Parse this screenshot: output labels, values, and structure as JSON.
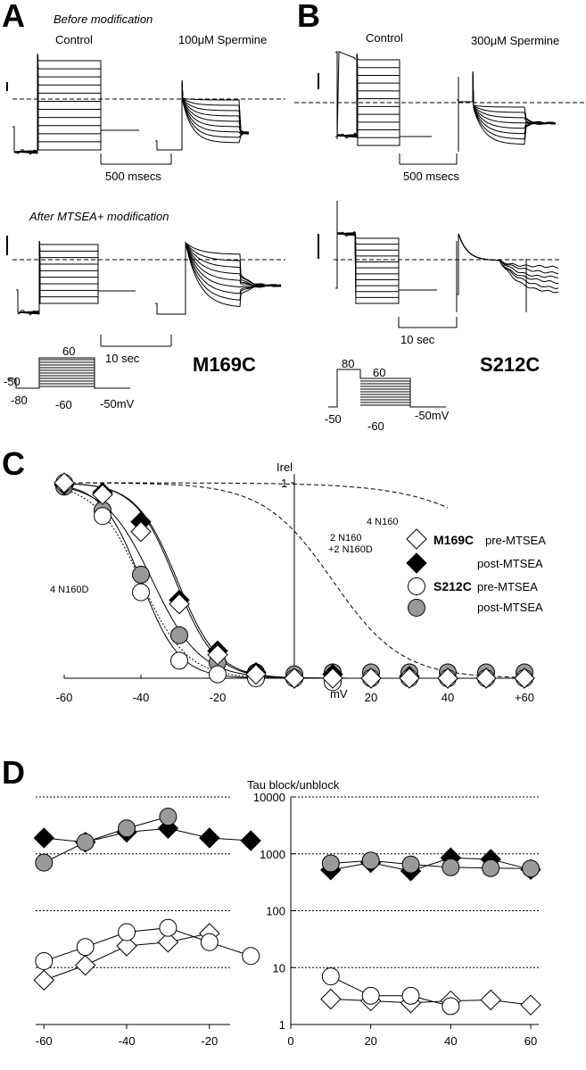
{
  "panels": {
    "a_label": "A",
    "b_label": "B",
    "c_label": "C",
    "d_label": "D"
  },
  "panel_a": {
    "title_before": "Before modification",
    "title_after": "After MTSEA+ modification",
    "control": "Control",
    "spermine": "100μM Spermine",
    "time_scale_1": "500 msecs",
    "time_scale_2": "10 sec",
    "mutant": "M169C",
    "protocol": {
      "v60": "60",
      "vm50": "-50",
      "vm80": "-80",
      "vm60": "-60",
      "hold": "-50mV"
    }
  },
  "panel_b": {
    "control": "Control",
    "spermine": "300μM Spermine",
    "time_scale_1": "500 msecs",
    "time_scale_2": "10 sec",
    "mutant": "S212C",
    "protocol": {
      "v80": "80",
      "v60": "60",
      "vm50": "-50",
      "vm60": "-60",
      "hold": "-50mV"
    }
  },
  "legend": {
    "m169c": "M169C",
    "s212c": "S212C",
    "pre": "pre-MTSEA",
    "post": "post-MTSEA"
  },
  "chart_data": [
    {
      "type": "scatter",
      "title": "Irel",
      "xlabel": "mV",
      "ylabel": "Irel",
      "xlim": [
        -60,
        60
      ],
      "ylim": [
        0,
        1
      ],
      "y_tick_label": "1",
      "x_ticks": [
        "-60",
        "-40",
        "-20",
        "20",
        "40",
        "+60"
      ],
      "x_tick_values": [
        -60,
        -40,
        -20,
        20,
        40,
        60
      ],
      "x": [
        -60,
        -50,
        -40,
        -30,
        -20,
        -10,
        0,
        10,
        20,
        30,
        40,
        50,
        60
      ],
      "series": [
        {
          "name": "M169C pre-MTSEA",
          "marker": "diamond-open",
          "values": [
            1.0,
            0.94,
            0.75,
            0.38,
            0.12,
            0.02,
            0.0,
            0.0,
            0.0,
            0.0,
            0.0,
            0.0,
            0.0
          ]
        },
        {
          "name": "M169C post-MTSEA",
          "marker": "diamond-filled",
          "values": [
            0.99,
            0.95,
            0.8,
            0.4,
            0.14,
            0.03,
            0.0,
            0.02,
            0.0,
            0.01,
            0.0,
            0.0,
            0.0
          ]
        },
        {
          "name": "S212C pre-MTSEA",
          "marker": "circle-open",
          "values": [
            1.0,
            0.83,
            0.44,
            0.09,
            0.02,
            0.0,
            0.0,
            -0.02,
            0.0,
            0.0,
            0.0,
            0.0,
            0.0
          ]
        },
        {
          "name": "S212C post-MTSEA",
          "marker": "circle-gray",
          "values": [
            0.98,
            0.86,
            0.53,
            0.22,
            0.08,
            0.03,
            0.02,
            0.03,
            0.03,
            0.03,
            0.03,
            0.03,
            0.03
          ]
        }
      ],
      "reference_curves": [
        {
          "label": "4 N160",
          "v_half": 65,
          "k": 13
        },
        {
          "label": "2 N160 +2 N160D",
          "v_half": 10,
          "k": 9
        },
        {
          "label": "4 N160D",
          "v_half": -40,
          "k": 6
        }
      ]
    },
    {
      "type": "scatter",
      "title": "Tau block/unblock",
      "yscale": "log",
      "ylim": [
        1,
        10000
      ],
      "y_ticks": [
        "10000",
        "1000",
        "100",
        "10",
        "1"
      ],
      "y_tick_values": [
        10000,
        1000,
        100,
        10,
        1
      ],
      "left_xlim": [
        -62,
        -15
      ],
      "left_x_ticks": [
        "-60",
        "-40",
        "-20"
      ],
      "left_x_tick_values": [
        -60,
        -40,
        -20
      ],
      "right_xlim": [
        0,
        62
      ],
      "right_x_ticks": [
        "0",
        "20",
        "40",
        "60"
      ],
      "right_x_tick_values": [
        0,
        20,
        40,
        60
      ],
      "series": [
        {
          "name": "M169C post-MTSEA block",
          "marker": "diamond-filled",
          "x": [
            -60,
            -50,
            -40,
            -30,
            -20,
            -10
          ],
          "values": [
            1900,
            1600,
            2400,
            2800,
            1900,
            1700
          ]
        },
        {
          "name": "S212C post-MTSEA block",
          "marker": "circle-gray",
          "x": [
            -60,
            -50,
            -40,
            -30
          ],
          "values": [
            700,
            1600,
            2800,
            4500
          ]
        },
        {
          "name": "M169C pre-MTSEA block",
          "marker": "diamond-open",
          "x": [
            -60,
            -50,
            -40,
            -30,
            -20
          ],
          "values": [
            6,
            11,
            24,
            28,
            40
          ]
        },
        {
          "name": "S212C pre-MTSEA block",
          "marker": "circle-open",
          "x": [
            -60,
            -50,
            -40,
            -30,
            -20,
            -10
          ],
          "values": [
            13,
            23,
            42,
            50,
            28,
            16
          ]
        },
        {
          "name": "M169C post-MTSEA unblock",
          "marker": "diamond-filled",
          "x": [
            10,
            20,
            30,
            40,
            50,
            60
          ],
          "values": [
            520,
            700,
            500,
            850,
            800,
            530
          ]
        },
        {
          "name": "S212C post-MTSEA unblock",
          "marker": "circle-gray",
          "x": [
            10,
            20,
            30,
            40,
            50,
            60
          ],
          "values": [
            680,
            760,
            650,
            580,
            560,
            550
          ]
        },
        {
          "name": "M169C pre-MTSEA unblock",
          "marker": "diamond-open",
          "x": [
            10,
            20,
            30,
            40,
            50,
            60
          ],
          "values": [
            2.8,
            2.6,
            2.4,
            2.6,
            2.7,
            2.2
          ]
        },
        {
          "name": "S212C pre-MTSEA unblock",
          "marker": "circle-open",
          "x": [
            10,
            20,
            30,
            40
          ],
          "values": [
            7,
            3.2,
            3.2,
            2.1
          ]
        }
      ]
    }
  ]
}
